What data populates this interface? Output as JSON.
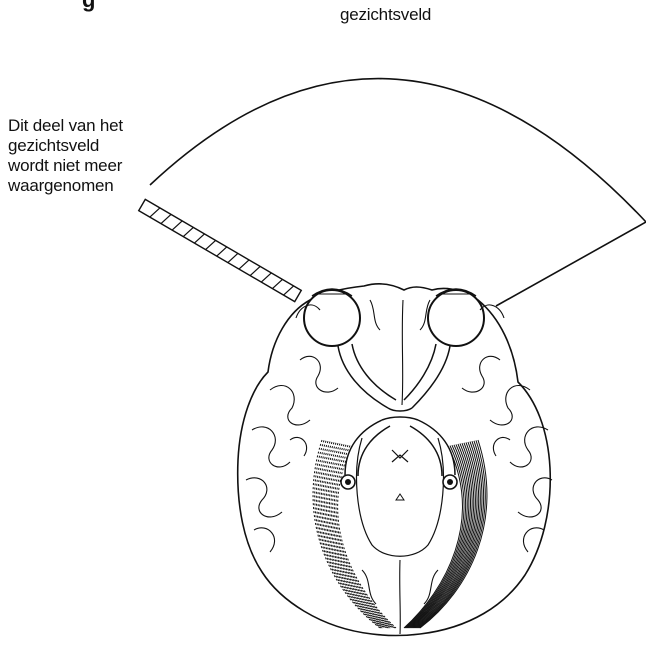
{
  "diagram": {
    "title_fragment": "g",
    "field_label": "gezichtsveld",
    "lost_field_lines": [
      "Dit deel van het",
      "gezichtsveld",
      "wordt niet meer",
      "waargenomen"
    ]
  }
}
